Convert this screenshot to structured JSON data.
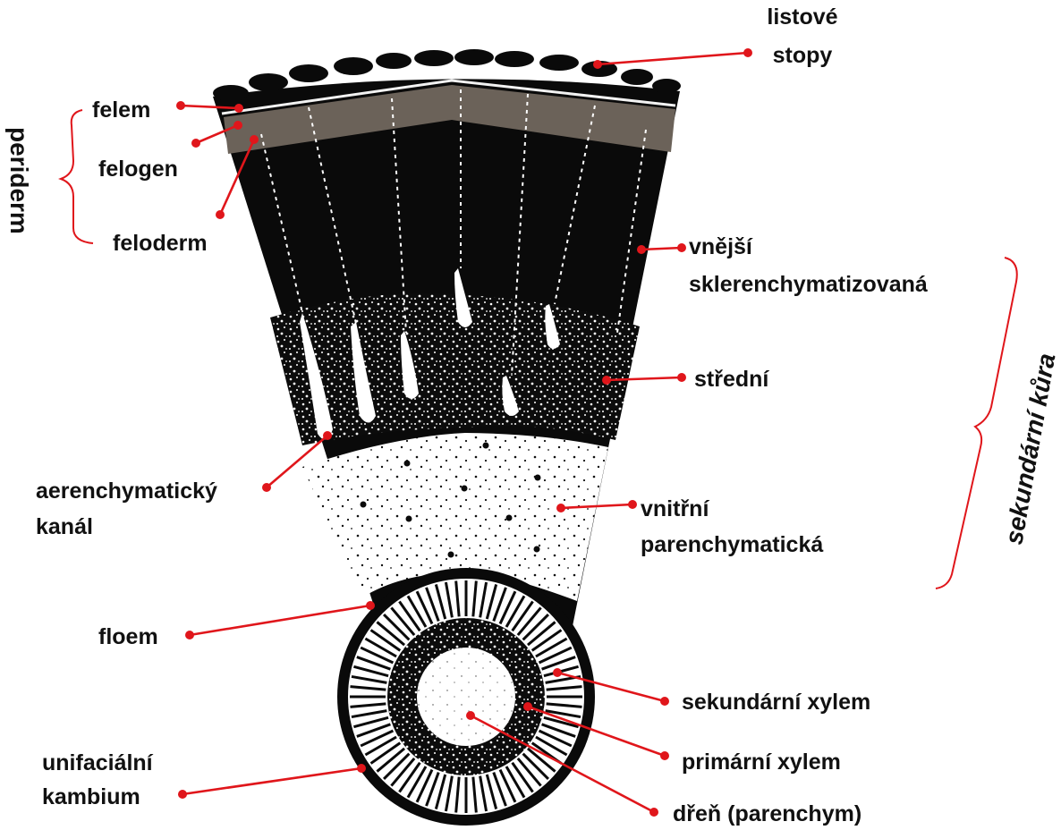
{
  "labels": {
    "listove": "listové",
    "stopy": "stopy",
    "felem": "felem",
    "felogen": "felogen",
    "feloderm": "feloderm",
    "periderm": "periderm",
    "vnejsi": "vnější",
    "sklerenchymatizovana": "sklerenchymatizovaná",
    "stredni": "střední",
    "sekundarni_kura": "sekundární kůra",
    "aerenchymaticky": "aerenchymatický",
    "kanal": "kanál",
    "vnitrni": "vnitřní",
    "parenchymaticka": "parenchymatická",
    "floem": "floem",
    "sekundarni_xylem": "sekundární xylem",
    "primarni_xylem": "primární xylem",
    "unifacialni": "unifaciální",
    "kambium": "kambium",
    "dren": "dřeň (parenchym)"
  },
  "colors": {
    "leader": "#e0161b",
    "tissue_dark": "#0a0a0a",
    "phellem_band": "#6b6259",
    "cortex_light": "#ffffff"
  }
}
